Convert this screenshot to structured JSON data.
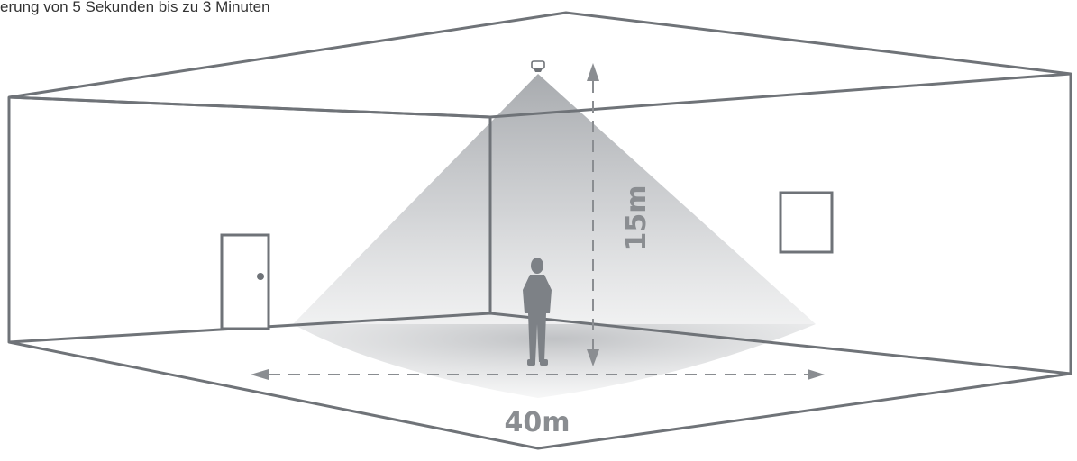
{
  "caption": "erung von 5 Sekunden bis zu 3 Minuten",
  "height_label": "15m",
  "width_label": "40m",
  "colors": {
    "line": "#6f7378",
    "label": "#8a8d91",
    "figure": "#7d8186",
    "cone": "#9a9ea3"
  }
}
